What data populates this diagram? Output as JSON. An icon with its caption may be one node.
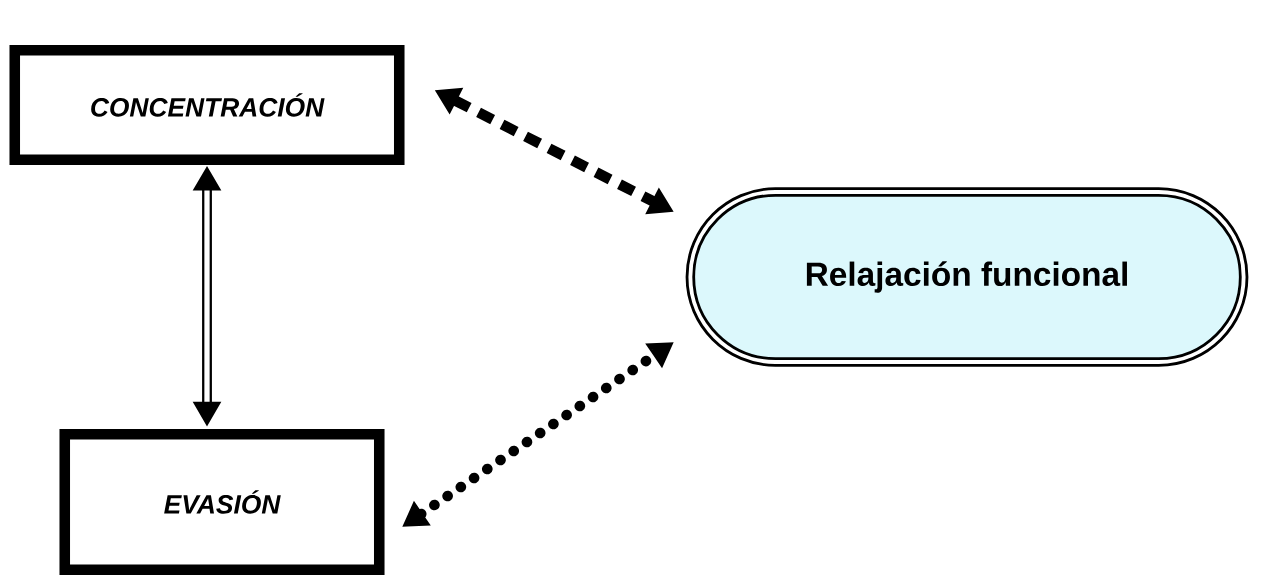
{
  "diagram": {
    "nodes": [
      {
        "text": [
          "CONCENTRACIÓN"
        ]
      },
      {
        "text": [
          "EVASIÓN"
        ]
      },
      {
        "text": [
          "Relajación funcional"
        ]
      }
    ],
    "edges": [
      {
        "from": 0,
        "to": 1,
        "arrow": "both"
      },
      {
        "from": 0,
        "to": 2,
        "arrow": "both",
        "style": "dashed"
      },
      {
        "from": 1,
        "to": 2,
        "arrow": "both",
        "style": "dashed"
      }
    ]
  }
}
